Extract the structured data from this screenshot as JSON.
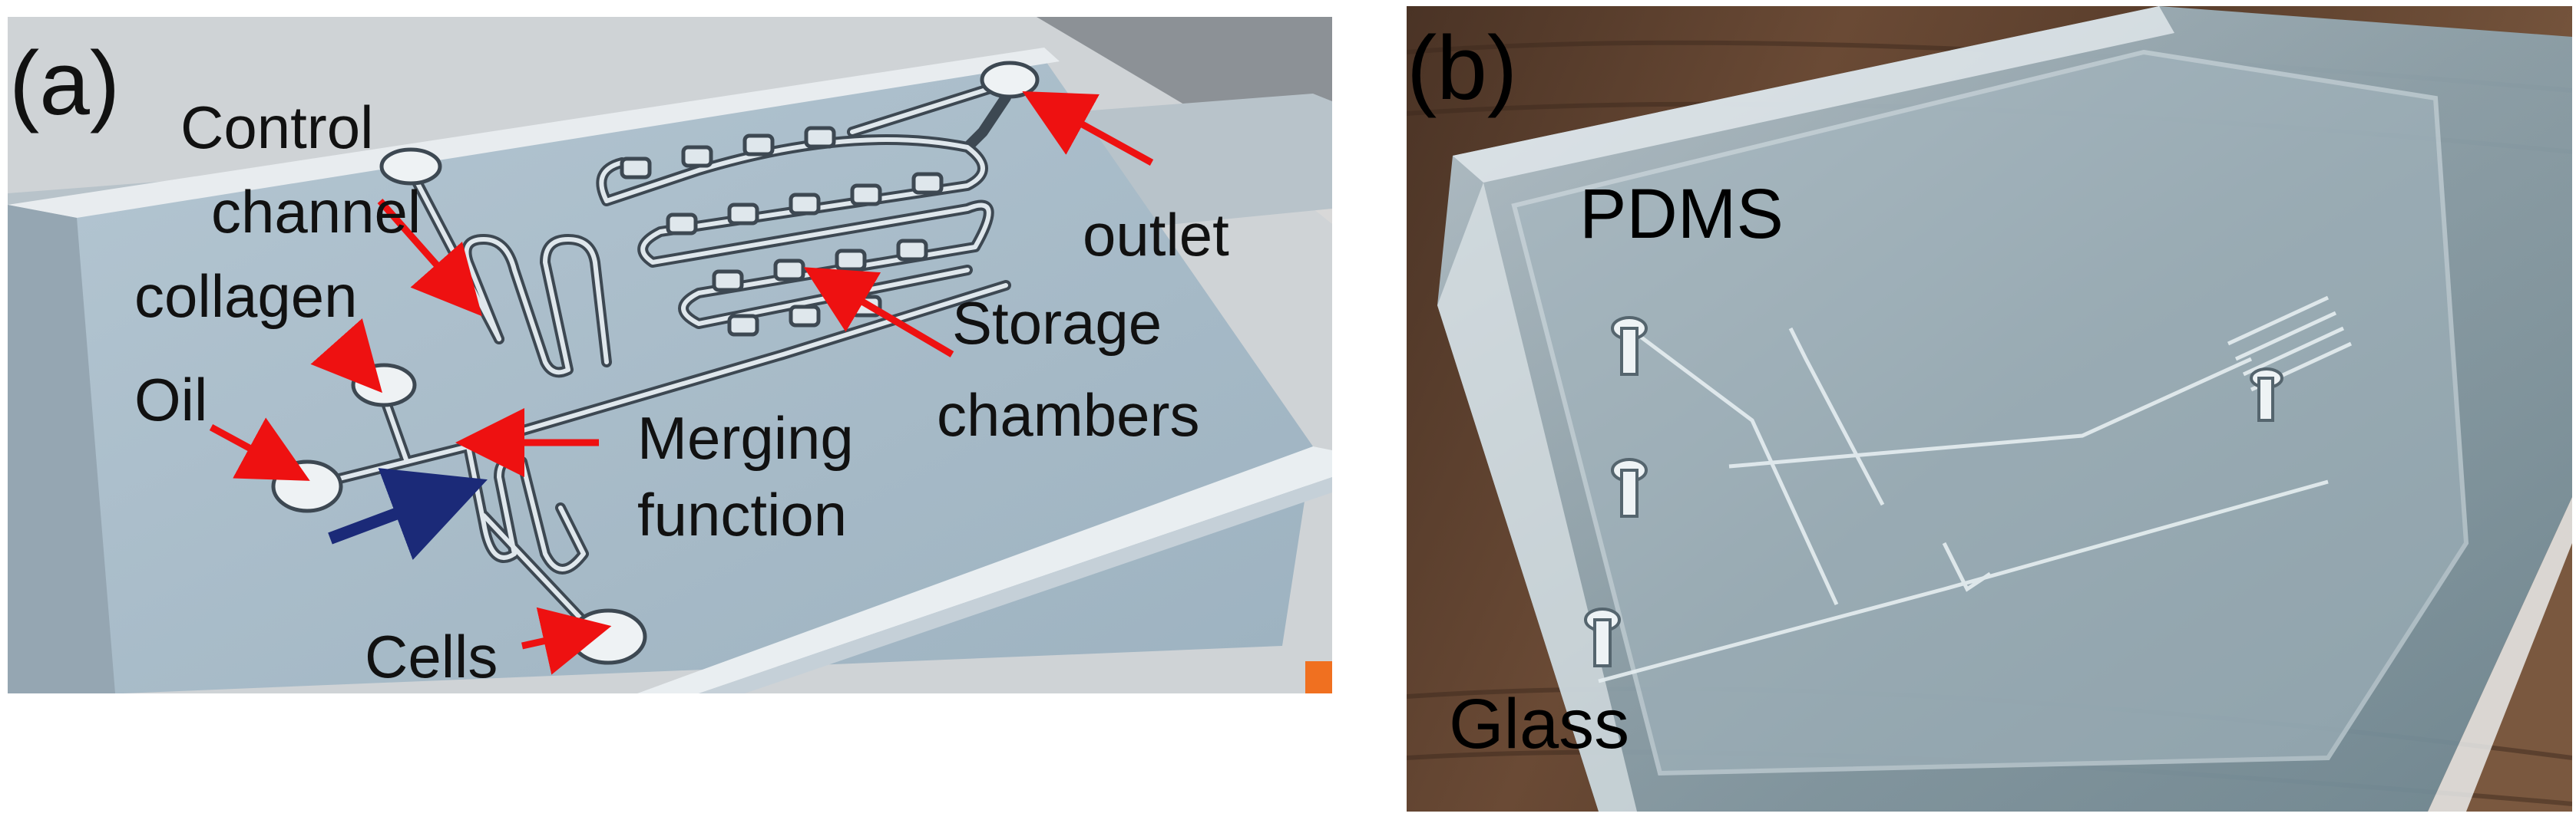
{
  "panel_a": {
    "letter": "(a)",
    "labels": {
      "control_line1": "Control",
      "control_line2": "channel",
      "collagen": "collagen",
      "oil": "Oil",
      "merging_line1": "Merging",
      "merging_line2": "function",
      "storage_line1": "Storage",
      "storage_line2": "chambers",
      "outlet": "outlet",
      "cells": "Cells"
    },
    "colors": {
      "arrow": "#ee1111",
      "flow_arrow": "#1b2a78",
      "chip": "#a9bcc9",
      "chip_edge": "#4a5560"
    }
  },
  "panel_b": {
    "letter": "(b)",
    "labels": {
      "pdms": "PDMS",
      "glass": "Glass"
    },
    "colors": {
      "wood": "#5b4130",
      "glass": "#9fb3bf"
    }
  }
}
